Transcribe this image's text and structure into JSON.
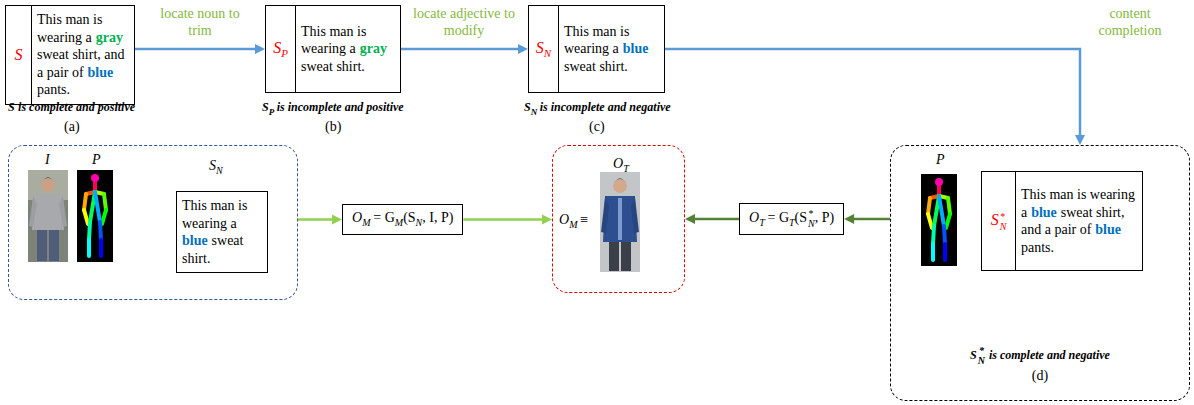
{
  "diagram": {
    "nodes": [
      {
        "text": [
          "S",
          "This man is wearing a",
          "gray",
          "sweat shirt, and a pair of",
          "blue",
          "pants."
        ]
      },
      {
        "text": [
          "S",
          "P",
          "This man is wearing a",
          "gray",
          "sweat shirt."
        ]
      },
      {
        "text": [
          "S",
          "N",
          "This man is wearing a",
          "blue",
          "sweat shirt."
        ]
      },
      {
        "text": [
          "I",
          "P",
          "S",
          "N"
        ]
      },
      {
        "text": [
          "This man is wearing a",
          "blue",
          "sweat shirt."
        ],
        "in": 3
      },
      {
        "text": [
          "O",
          "M",
          "= G",
          "M",
          "(S",
          "N",
          ", I, P)"
        ]
      },
      {
        "text": [
          "O",
          "T",
          "O",
          "M",
          "≡"
        ]
      },
      {
        "text": [
          "O",
          "T",
          "= G",
          "T",
          "(S",
          "*",
          "N",
          ", P)"
        ]
      },
      {
        "text": [
          "P",
          "S",
          "*",
          "N",
          "is complete and negative",
          "(d)"
        ]
      },
      {
        "text": [
          "S",
          "*",
          "N",
          "This man is wearing a",
          "blue",
          "sweat shirt, and a pair of",
          "blue",
          "pants."
        ],
        "in": 8
      }
    ],
    "edges": [
      {
        "from": 0,
        "to": 1,
        "arrow": "to",
        "label": "locate noun to trim"
      },
      {
        "from": 1,
        "to": 2,
        "arrow": "to",
        "label": "locate adjective to modify"
      },
      {
        "from": 2,
        "to": 8,
        "arrow": "to",
        "label": "content completion"
      },
      {
        "from": 3,
        "to": 5,
        "arrow": "to"
      },
      {
        "from": 5,
        "to": 6,
        "arrow": "to"
      },
      {
        "from": 7,
        "to": 6,
        "arrow": "to"
      },
      {
        "from": 8,
        "to": 7,
        "arrow": "to"
      }
    ],
    "labels": [
      "S",
      "is complete and positive",
      "(a)",
      "S",
      "P",
      "is incomplete and positive",
      "(b)",
      "S",
      "N",
      "is incomplete and negative",
      "(c)"
    ]
  }
}
